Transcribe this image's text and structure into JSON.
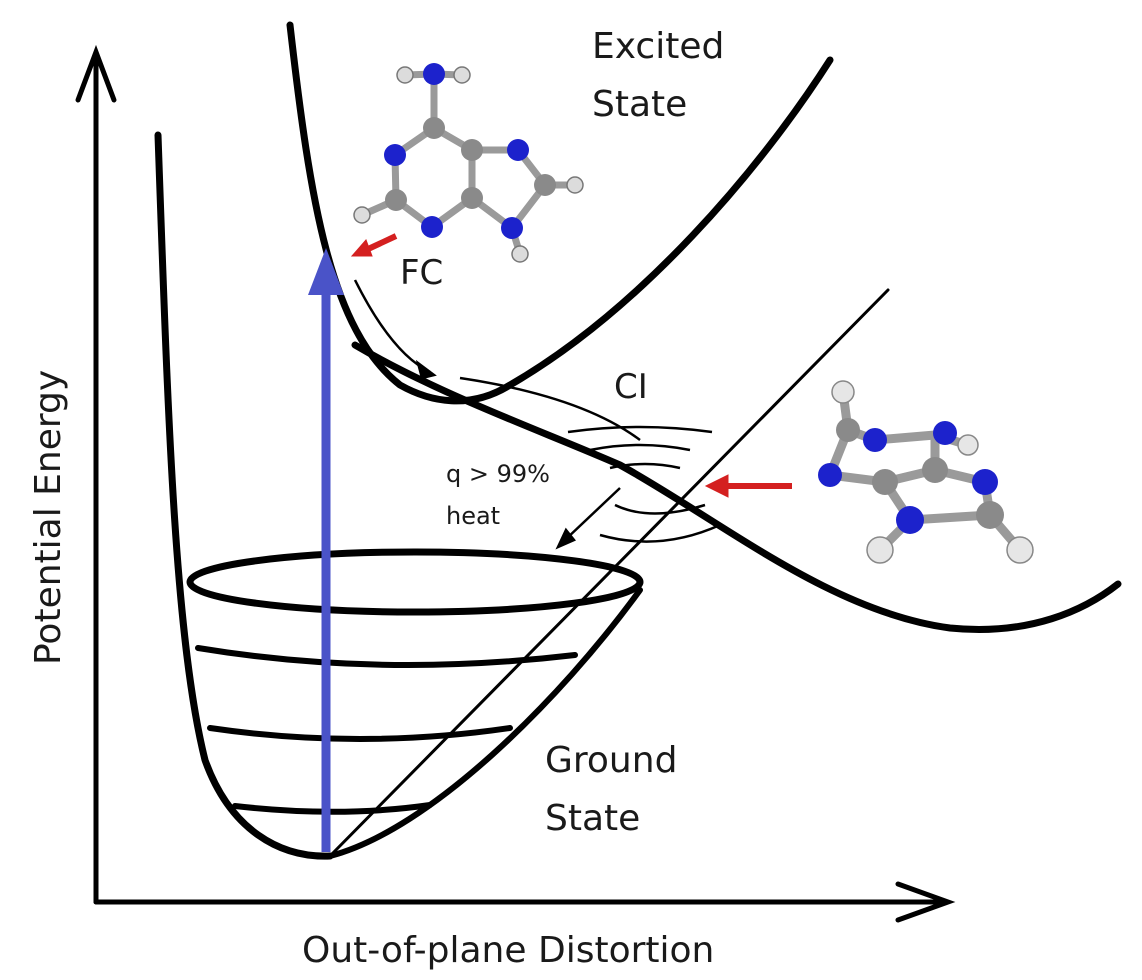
{
  "axes": {
    "y_label": "Potential Energy",
    "x_label": "Out-of-plane Distortion"
  },
  "labels": {
    "excited_line1": "Excited",
    "excited_line2": "State",
    "fc": "FC",
    "ci": "CI",
    "q_line1": "q > 99%",
    "q_line2": "heat",
    "ground_line1": "Ground",
    "ground_line2": "State"
  },
  "colors": {
    "curve": "#000000",
    "excitation_arrow": "#4a53c8",
    "pointer_arrow": "#d42020",
    "nitrogen_atom": "#1c22cc",
    "carbon_atom": "#8a8a8a",
    "hydrogen_atom": "#e6e6e6"
  },
  "icons": {
    "planar_molecule": "adenine-planar-molecule-icon",
    "distorted_molecule": "adenine-distorted-molecule-icon"
  }
}
